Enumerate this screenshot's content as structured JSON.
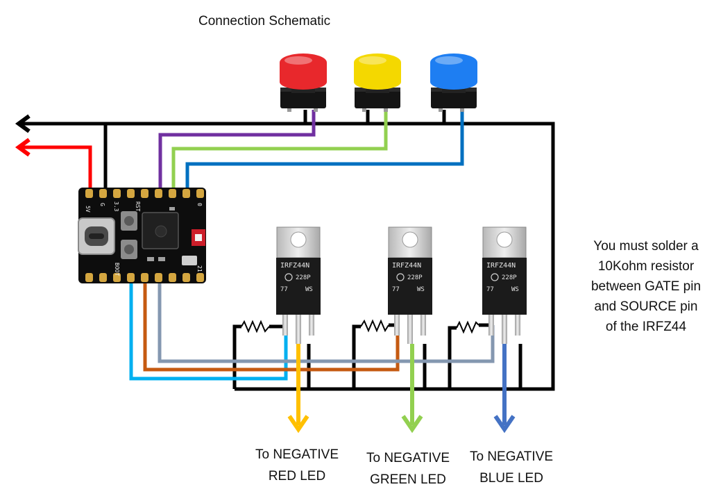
{
  "title": "Connection Schematic",
  "note_lines": [
    "You must solder a",
    "10Kohm resistor",
    "between GATE pin",
    "and SOURCE pin",
    "of the IRFZ44"
  ],
  "led_labels": [
    {
      "line1": "To NEGATIVE",
      "line2": "RED LED"
    },
    {
      "line1": "To NEGATIVE",
      "line2": "GREEN LED"
    },
    {
      "line1": "To NEGATIVE",
      "line2": "BLUE LED"
    }
  ],
  "mosfet": {
    "part": "IRFZ44N",
    "code": "228P",
    "lot": "77",
    "ws": "WS"
  },
  "board_silk": {
    "v5": "5V",
    "g": "G",
    "v33": "3.3",
    "rst": "RST",
    "boot": "BOOT",
    "pin0": "0",
    "pin21": "21"
  },
  "button_colors": [
    "#e8282c",
    "#f4d800",
    "#1e7ef2"
  ],
  "wire_colors": {
    "ground": "#000000",
    "power": "#ff0000",
    "red_button": "#7030a0",
    "yellow_button": "#92d050",
    "blue_button": "#0070c0",
    "gate_red": "#00b0f0",
    "gate_green": "#c55a11",
    "gate_blue": "#8497b0",
    "out_red": "#ffc000",
    "out_green": "#92d050",
    "out_blue": "#4472c4"
  }
}
